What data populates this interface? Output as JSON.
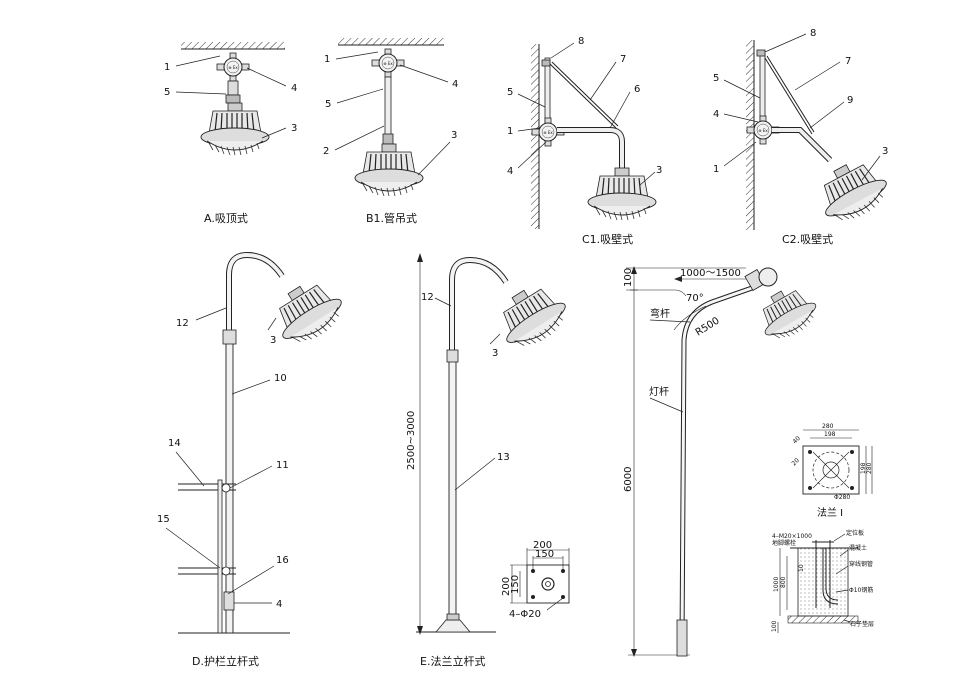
{
  "captions": {
    "a": "A.吸顶式",
    "b1": "B1.管吊式",
    "c1": "C1.吸壁式",
    "c2": "C2.吸壁式",
    "d": "D.护栏立杆式",
    "e": "E.法兰立杆式"
  },
  "callouts": {
    "n1": "1",
    "n2": "2",
    "n3": "3",
    "n4": "4",
    "n5": "5",
    "n6": "6",
    "n7": "7",
    "n8": "8",
    "n9": "9",
    "n10": "10",
    "n11": "11",
    "n12": "12",
    "n13": "13",
    "n14": "14",
    "n15": "15",
    "n16": "16"
  },
  "dimensions": {
    "e_height": "2500~3000",
    "flange_w_outer": "200",
    "flange_w_inner": "150",
    "flange_h_outer": "200",
    "flange_h_inner": "150",
    "flange_holes": "4–Φ20",
    "pole_top": "100",
    "arm_reach": "1000～1500",
    "arm_angle": "70°",
    "arm_radius": "R500",
    "pole_height": "6000",
    "bent_arm_label": "弯杆",
    "pole_label": "灯杆",
    "fl1_280": "280",
    "fl1_198": "198",
    "fl1_h198": "198",
    "fl1_h280": "280",
    "fl1_hole": "Φ280",
    "fl1_40": "40",
    "fl1_20": "20",
    "flange1_caption": "法兰 I",
    "fd_bolts": "4–M20×1000",
    "fd_anchor": "地脚螺栓",
    "fd_fixplate": "定位板",
    "fd_concrete": "混凝土",
    "fd_conduit": "穿线钢管",
    "fd_rebar": "Φ10钢筋",
    "fd_gravel": "石子垫层",
    "fd_1000": "1000",
    "fd_800": "800",
    "fd_100": "100",
    "fd_10": "10"
  }
}
